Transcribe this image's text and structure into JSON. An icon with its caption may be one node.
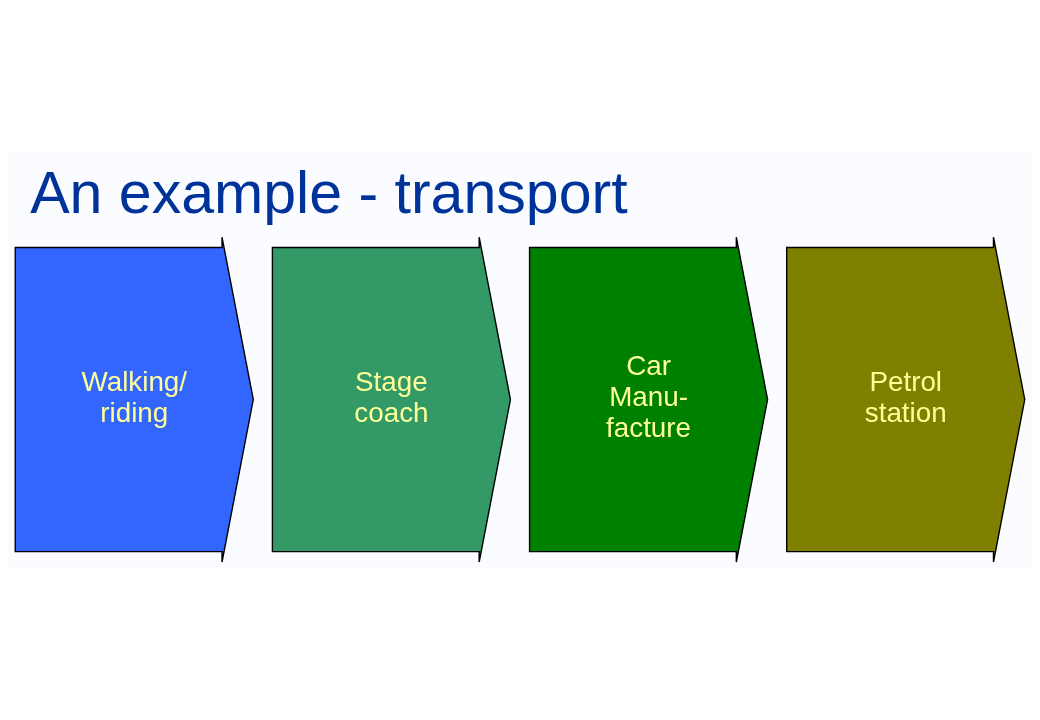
{
  "diagram": {
    "title": "An example - transport",
    "nodes": [
      {
        "text": [
          "Walking/ riding"
        ]
      },
      {
        "text": [
          "Stage coach"
        ]
      },
      {
        "text": [
          "Car Manu- facture"
        ]
      },
      {
        "text": [
          "Petrol station"
        ]
      }
    ],
    "edges": []
  }
}
